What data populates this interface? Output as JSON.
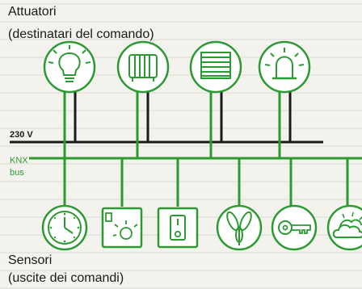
{
  "actuators": {
    "title": "Attuatori",
    "subtitle": "(destinatari del comando)",
    "icons": [
      "lamp-icon",
      "radiator-icon",
      "blind-icon",
      "alarm-light-icon"
    ]
  },
  "sensors": {
    "title": "Sensori",
    "subtitle": "(uscite dei comandi)",
    "icons": [
      "clock-icon",
      "motion-detector-icon",
      "switch-icon",
      "wind-sensor-icon",
      "key-icon",
      "weather-icon"
    ]
  },
  "power_line": {
    "label": "230 V"
  },
  "bus_line": {
    "label_line1": "KNX",
    "label_line2": "bus"
  },
  "colors": {
    "green": "#2c9a33",
    "black": "#1a1a1a",
    "background": "#f4f2ec"
  }
}
